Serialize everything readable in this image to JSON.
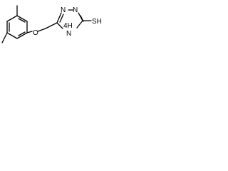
{
  "molecule": {
    "atoms": {
      "n_left": "N",
      "n_right": "N",
      "sulfur": "SH",
      "oxygen": "O",
      "nh_top": "4H",
      "nh_bottom": "N"
    }
  }
}
